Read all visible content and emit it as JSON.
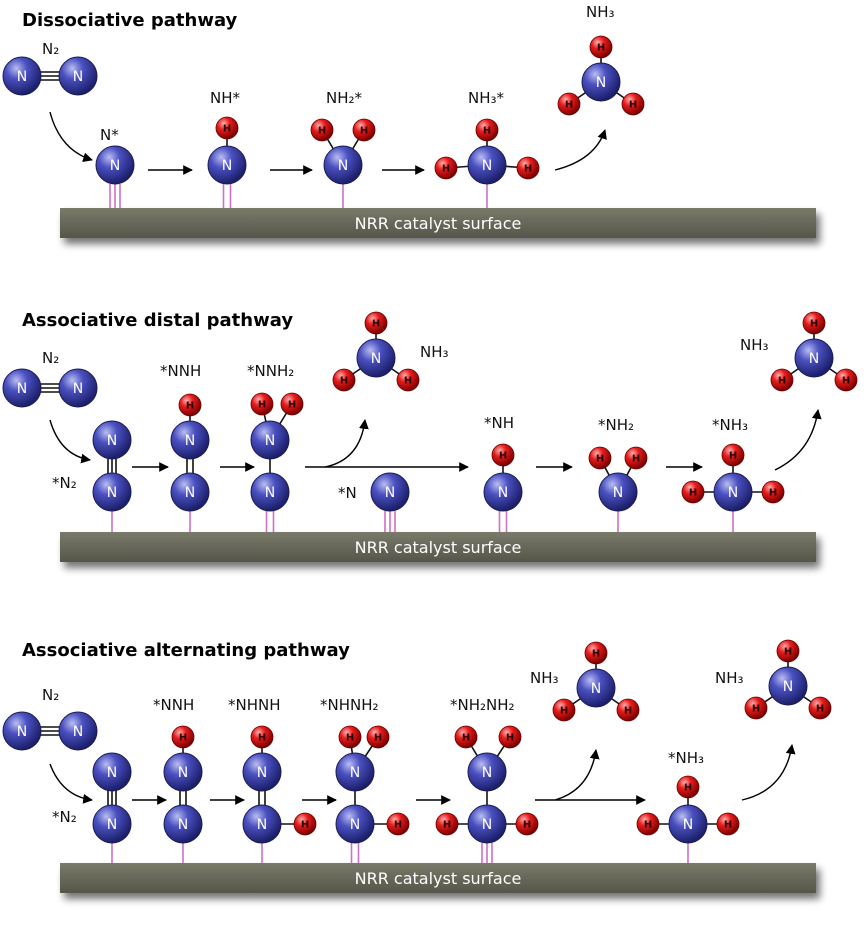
{
  "colors": {
    "nitrogen": "#3b3fae",
    "hydrogen": "#e01b1b",
    "surface": "#6b6b5c",
    "bond_to_surface": "#d070c8"
  },
  "atoms": {
    "nitrogen_letter": "N",
    "hydrogen_letter": "H"
  },
  "surface_label": "NRR catalyst surface",
  "pathways": [
    {
      "title": "Dissociative pathway",
      "labels": [
        "N₂",
        "N*",
        "NH*",
        "NH₂*",
        "NH₃*",
        "NH₃"
      ]
    },
    {
      "title": "Associative distal pathway",
      "labels": [
        "N₂",
        "*N₂",
        "*NNH",
        "*NNH₂",
        "NH₃",
        "*N",
        "*NH",
        "*NH₂",
        "*NH₃",
        "NH₃"
      ]
    },
    {
      "title": "Associative alternating pathway",
      "labels": [
        "N₂",
        "*N₂",
        "*NNH",
        "*NHNH",
        "*NHNH₂",
        "*NH₂NH₂",
        "NH₃",
        "*NH₃",
        "NH₃"
      ]
    }
  ]
}
